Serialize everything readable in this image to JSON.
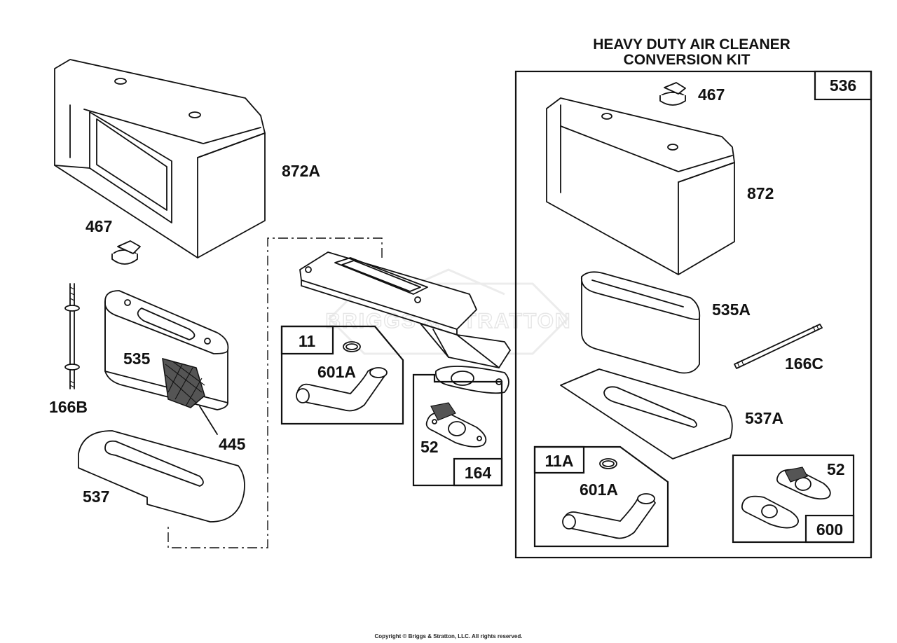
{
  "kit": {
    "title_line1": "HEAVY DUTY AIR CLEANER",
    "title_line2": "CONVERSION KIT"
  },
  "watermark": "BRIGGS & STRATTON",
  "copyright": "Copyright © Briggs & Stratton, LLC. All rights reserved.",
  "labels": {
    "p872A": "872A",
    "p467_left": "467",
    "p166B": "166B",
    "p535": "535",
    "p445": "445",
    "p537": "537",
    "p601A_mid": "601A",
    "p52_mid": "52",
    "p467_kit": "467",
    "p872": "872",
    "p535A": "535A",
    "p166C": "166C",
    "p537A": "537A",
    "p601A_kit": "601A",
    "p52_kit": "52"
  },
  "boxes": {
    "b11": "11",
    "b164": "164",
    "b536": "536",
    "b11A": "11A",
    "b600": "600"
  }
}
